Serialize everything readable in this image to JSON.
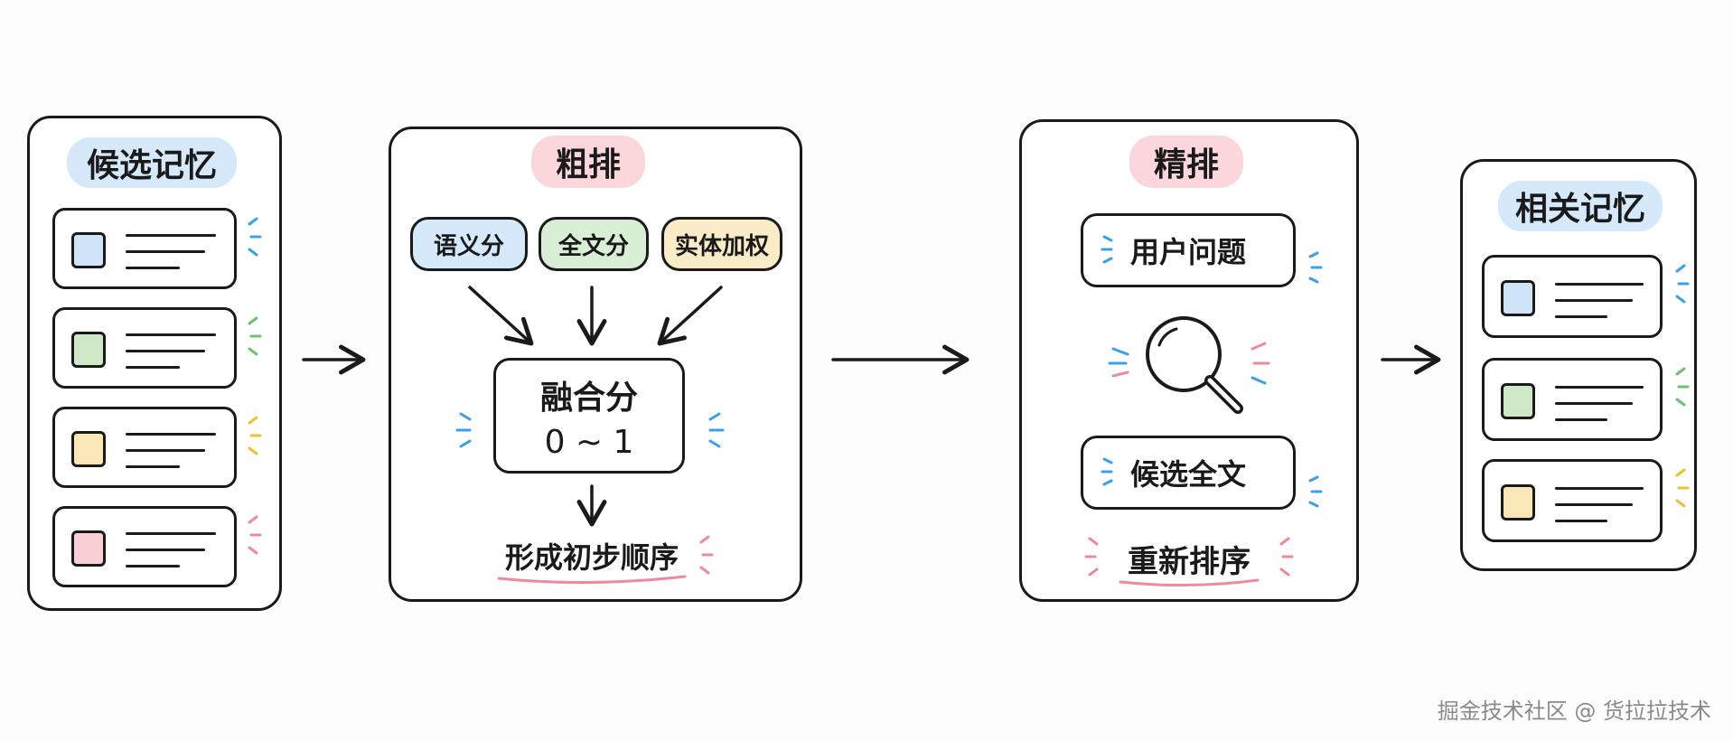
{
  "stage_candidate": {
    "title": "候选记忆",
    "accent_colors": [
      "#3aa0e8",
      "#6cc36c",
      "#f0c030",
      "#ef8a9a"
    ]
  },
  "stage_coarse": {
    "title": "粗排",
    "chips": [
      "语义分",
      "全文分",
      "实体加权"
    ],
    "fusion_title": "融合分",
    "fusion_range": "0 ~ 1",
    "result": "形成初步顺序"
  },
  "stage_fine": {
    "title": "精排",
    "query": "用户问题",
    "candidate": "候选全文",
    "result": "重新排序",
    "icon": "magnifier-icon"
  },
  "stage_relevant": {
    "title": "相关记忆"
  },
  "colors": {
    "pill_blue": "#d6e9fb",
    "pill_pink": "#fbd7dc",
    "chip_blue": "#d6e9fb",
    "chip_green": "#d9efd5",
    "chip_yellow": "#fbecc8",
    "sq_blue": "#cfe3f9",
    "sq_green": "#cfe9c8",
    "sq_yellow": "#fbe6b8",
    "sq_pink": "#f9cfd5",
    "underline": "#ef8a9a"
  },
  "watermark": "掘金技术社区 @ 货拉拉技术"
}
